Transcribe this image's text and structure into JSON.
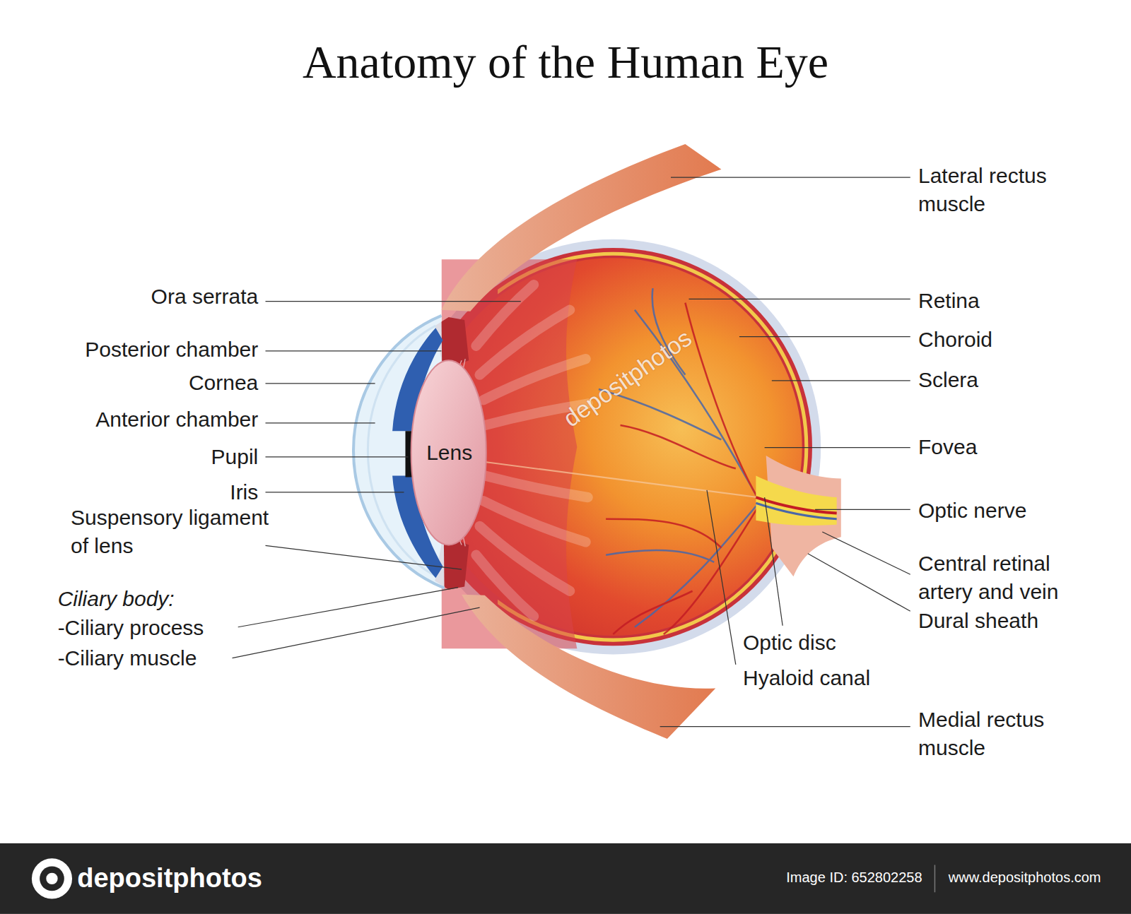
{
  "diagram": {
    "title": "Anatomy of the Human Eye",
    "labels": [
      "Lateral rectus muscle",
      "Ora serrata",
      "Posterior chamber",
      "Cornea",
      "Anterior chamber",
      "Pupil",
      "Lens",
      "Iris",
      "Suspensory ligament of lens",
      "Ciliary body:",
      "-Ciliary process",
      "-Ciliary muscle",
      "Retina",
      "Choroid",
      "Sclera",
      "Fovea",
      "Optic nerve",
      "Central retinal artery and vein",
      "Dural sheath",
      "Optic disc",
      "Hyaloid canal",
      "Medial rectus muscle",
      "depositphotos",
      "depositphotos",
      "Image ID: 652802258",
      "www.depositphotos.com"
    ]
  }
}
